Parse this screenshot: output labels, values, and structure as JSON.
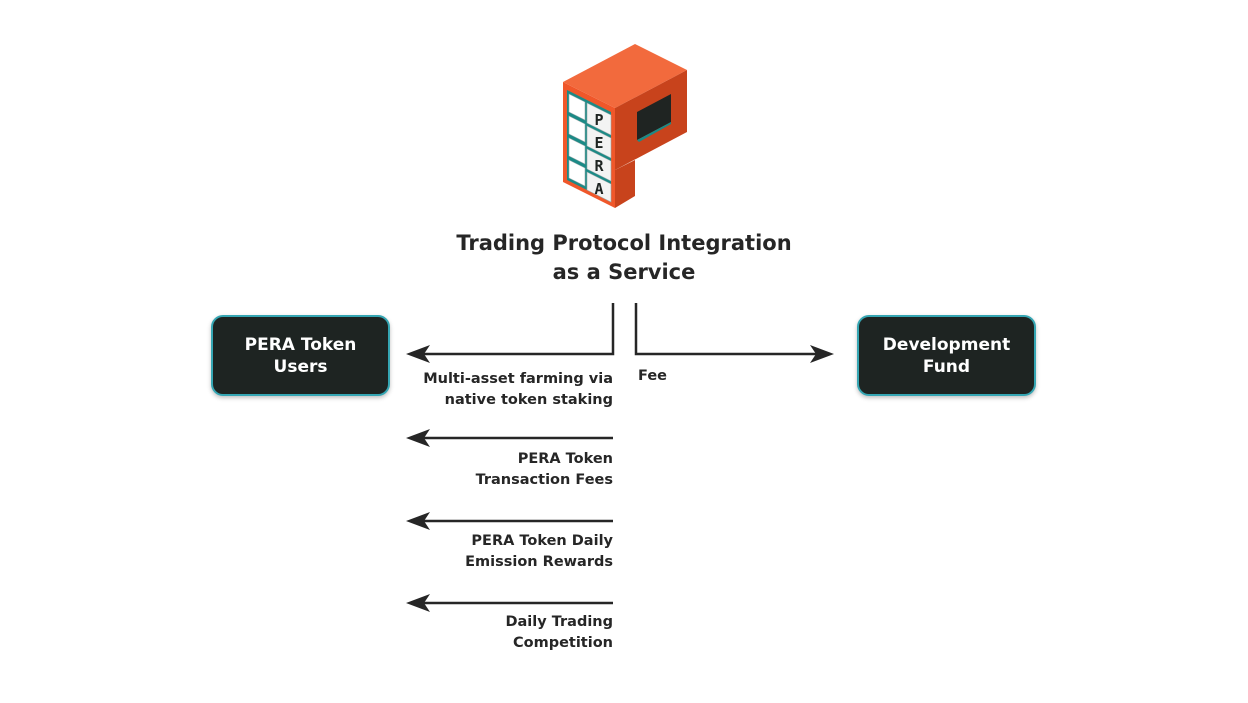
{
  "logo": {
    "letters": [
      "P",
      "E",
      "R",
      "A"
    ],
    "colors": {
      "orange": "#f0572a",
      "orange_dark": "#c8431c",
      "teal": "#1b8a86",
      "teal_dark": "#145e5c",
      "window": "#1f2422",
      "block": "#ffffff"
    }
  },
  "title": {
    "line1": "Trading Protocol Integration",
    "line2": "as a Service"
  },
  "nodes": {
    "users": {
      "line1": "PERA Token",
      "line2": "Users"
    },
    "fund": {
      "line1": "Development",
      "line2": "Fund"
    }
  },
  "flows": {
    "farming": {
      "line1": "Multi-asset farming via",
      "line2": "native token staking"
    },
    "tx_fees": {
      "line1": "PERA Token",
      "line2": "Transaction Fees"
    },
    "emission": {
      "line1": "PERA Token Daily",
      "line2": "Emission Rewards"
    },
    "competition": {
      "line1": "Daily Trading",
      "line2": "Competition"
    },
    "fee": {
      "label": "Fee"
    }
  },
  "colors": {
    "node_bg": "#1e2422",
    "node_border": "#35a6b3",
    "arrow": "#262626",
    "text": "#262626"
  }
}
